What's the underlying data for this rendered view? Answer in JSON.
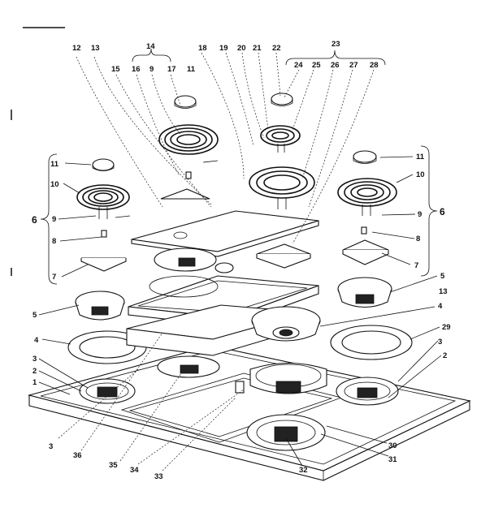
{
  "labels": [
    "12",
    "13",
    "14",
    "15",
    "16",
    "9",
    "17",
    "11",
    "18",
    "19",
    "20",
    "21",
    "22",
    "23",
    "24",
    "25",
    "26",
    "27",
    "28",
    "11",
    "10",
    "6",
    "9",
    "8",
    "7",
    "5",
    "4",
    "3",
    "2",
    "1",
    "3",
    "36",
    "35",
    "34",
    "33",
    "32",
    "31",
    "30",
    "2",
    "3",
    "29",
    "4",
    "13",
    "5",
    "7",
    "8",
    "9",
    "6",
    "10",
    "11"
  ]
}
